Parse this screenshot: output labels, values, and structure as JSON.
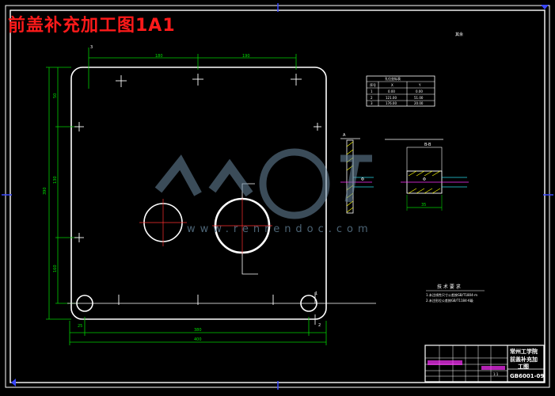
{
  "title": "前盖补充加工图1A1",
  "watermark": {
    "brand": "人人文库",
    "url": "www.renrendoc.com"
  },
  "top_right_note": "其余",
  "tech_requirements": {
    "heading": "技 术 要 求",
    "items": [
      "1.未注线性尺寸公差按GB/T1804-m",
      "2.未注形位公差按GB/T1184-K级"
    ]
  },
  "coord_table": {
    "title": "孔位坐标表",
    "headers": [
      "序号",
      "X",
      "Y"
    ],
    "rows": [
      [
        "1",
        "0.00",
        "0.00"
      ],
      [
        "2",
        "121.00",
        "51.00"
      ],
      [
        "3",
        "176.00",
        "20.00"
      ]
    ]
  },
  "dimensions": {
    "top_left": "180",
    "top_right": "190",
    "bottom_inner": "380",
    "bottom_outer": "400",
    "left_overall": "390",
    "left_segments": [
      "50",
      "130",
      "160"
    ],
    "bottom_left_small": "25"
  },
  "section_labels": {
    "left_view": "A",
    "right_view": "B-B",
    "fit": "Φ",
    "dim": "35"
  },
  "title_block": {
    "school": "常州工学院",
    "part_name": "前盖补充加",
    "part_name2": "工图",
    "drawing_no": "GB6001-09",
    "scale": "1:1"
  },
  "colors": {
    "border": "#ffffff",
    "outline": "#ffffff",
    "dimension": "#00e000",
    "center": "#ff3030",
    "hatch": "#ffff00",
    "marker": "#3a48ff",
    "magenta": "#ff30ff",
    "cyan": "#28d8e8"
  }
}
